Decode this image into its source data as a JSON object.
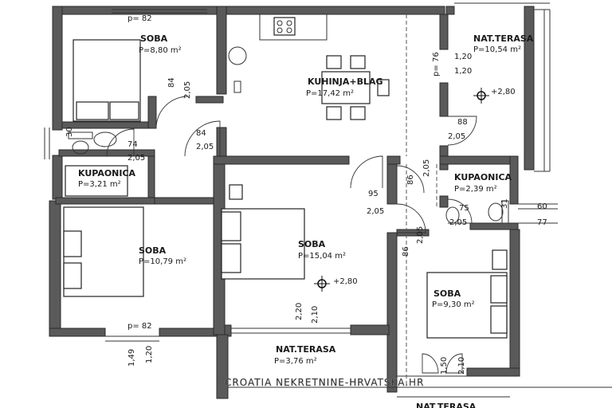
{
  "rooms": {
    "soba_top": {
      "label": "SOBA",
      "area": "P=8,80 m²",
      "note": "p= 82"
    },
    "kuhinja": {
      "label": "KUHINJA+BLAG",
      "area": "P=17,42 m²"
    },
    "terasa_top": {
      "label": "NAT.TERASA",
      "area": "P=10,54 m²"
    },
    "kupaonica_left": {
      "label": "KUPAONICA",
      "area": "P=3,21 m²"
    },
    "kupaonica_right": {
      "label": "KUPAONICA",
      "area": "P=2,39 m²"
    },
    "soba_left": {
      "label": "SOBA",
      "area": "P=10,79 m²",
      "note": "p= 82"
    },
    "soba_mid": {
      "label": "SOBA",
      "area": "P=15,04 m²"
    },
    "soba_right": {
      "label": "SOBA",
      "area": "P=9,30 m²"
    },
    "terasa_bottom": {
      "label": "NAT.TERASA",
      "area": "P=3,76 m²"
    },
    "terasa_cut": {
      "label": "NAT.TERASA"
    }
  },
  "levels": {
    "kitchen": "+2,80",
    "living": "+2,80"
  },
  "dims": {
    "d84a": "84",
    "d205a": "2,05",
    "d84b": "84",
    "d205b": "2,05",
    "d74": "74",
    "d205c": "2,05",
    "d76": "76",
    "p_76": "p=",
    "d120a": "1,20",
    "d120b": "1,20",
    "d88": "88",
    "d205d": "2,05",
    "d95": "95",
    "d205e": "2,05",
    "d86a": "86",
    "d205f": "2,05",
    "d86b": "86",
    "d205g": "2,05",
    "d75": "75",
    "d205h": "2,05",
    "d31": "31",
    "d60": "60",
    "d77": "77",
    "d220": "2,20",
    "d210a": "2,10",
    "d149": "1,49",
    "d120c": "1,20",
    "d150": "1,50",
    "d210b": "2,10",
    "d30": "30"
  },
  "watermark": "CROATIA NEKRETNINE-HRVATSKA.HR"
}
